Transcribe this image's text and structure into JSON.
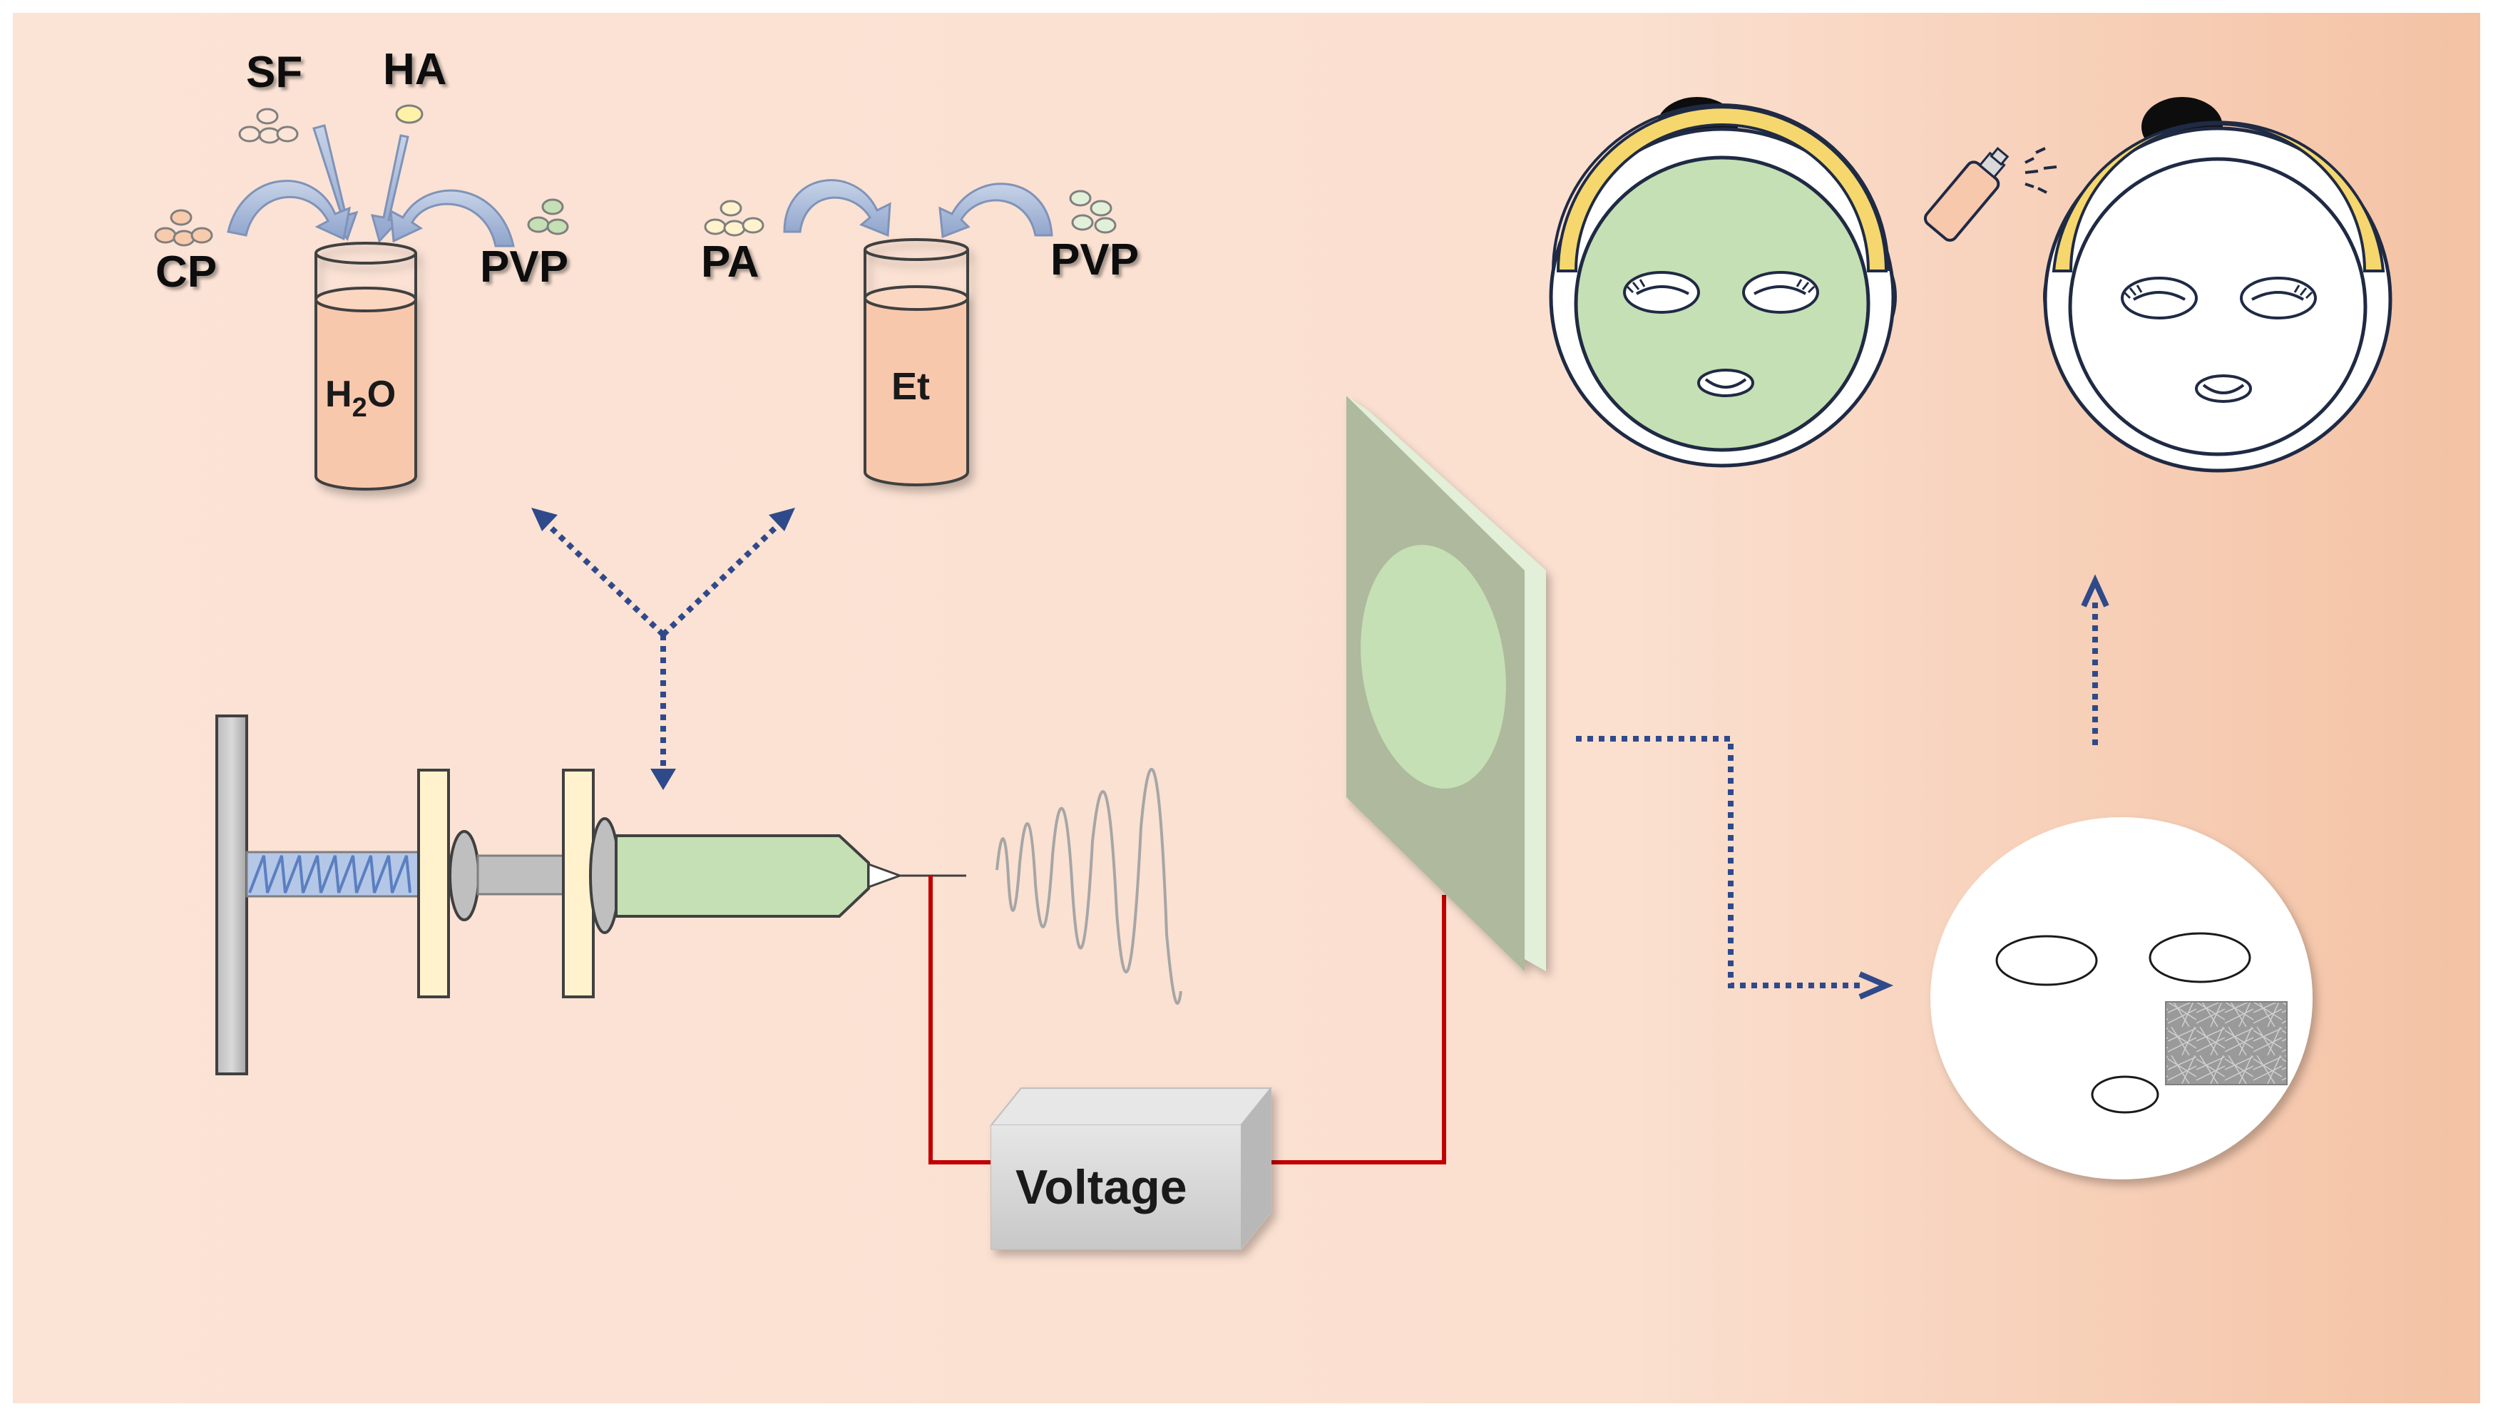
{
  "labels": {
    "sf": "SF",
    "ha": "HA",
    "cp": "CP",
    "pvp_left": "PVP",
    "pa": "PA",
    "pvp_right": "PVP",
    "h2o_h": "H",
    "h2o_sub": "2",
    "h2o_o": "O",
    "et": "Et",
    "voltage": "Voltage"
  },
  "colors": {
    "background_start": "#fbe3d6",
    "background_end": "#f4c2a4",
    "solution": "#f8c8ad",
    "green_fill": "#c5e0b4",
    "cream": "#fff2cc",
    "arrow_blue": "#2f4a8a",
    "wire_red": "#c00000",
    "headband": "#f5d76e",
    "plate": "#aeb99d"
  }
}
